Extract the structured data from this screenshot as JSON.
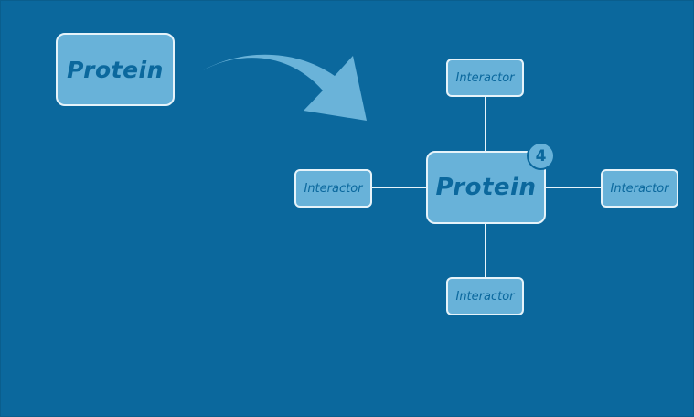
{
  "source_node": {
    "label": "Protein"
  },
  "center_node": {
    "label": "Protein",
    "badge": "4"
  },
  "interactors": {
    "top": "Interactor",
    "left": "Interactor",
    "right": "Interactor",
    "bottom": "Interactor"
  },
  "colors": {
    "background": "#0b689d",
    "node_fill": "#68b2d9",
    "node_border": "#e6f3fa",
    "text": "#0b689d",
    "arrow": "#6ab3d9"
  }
}
